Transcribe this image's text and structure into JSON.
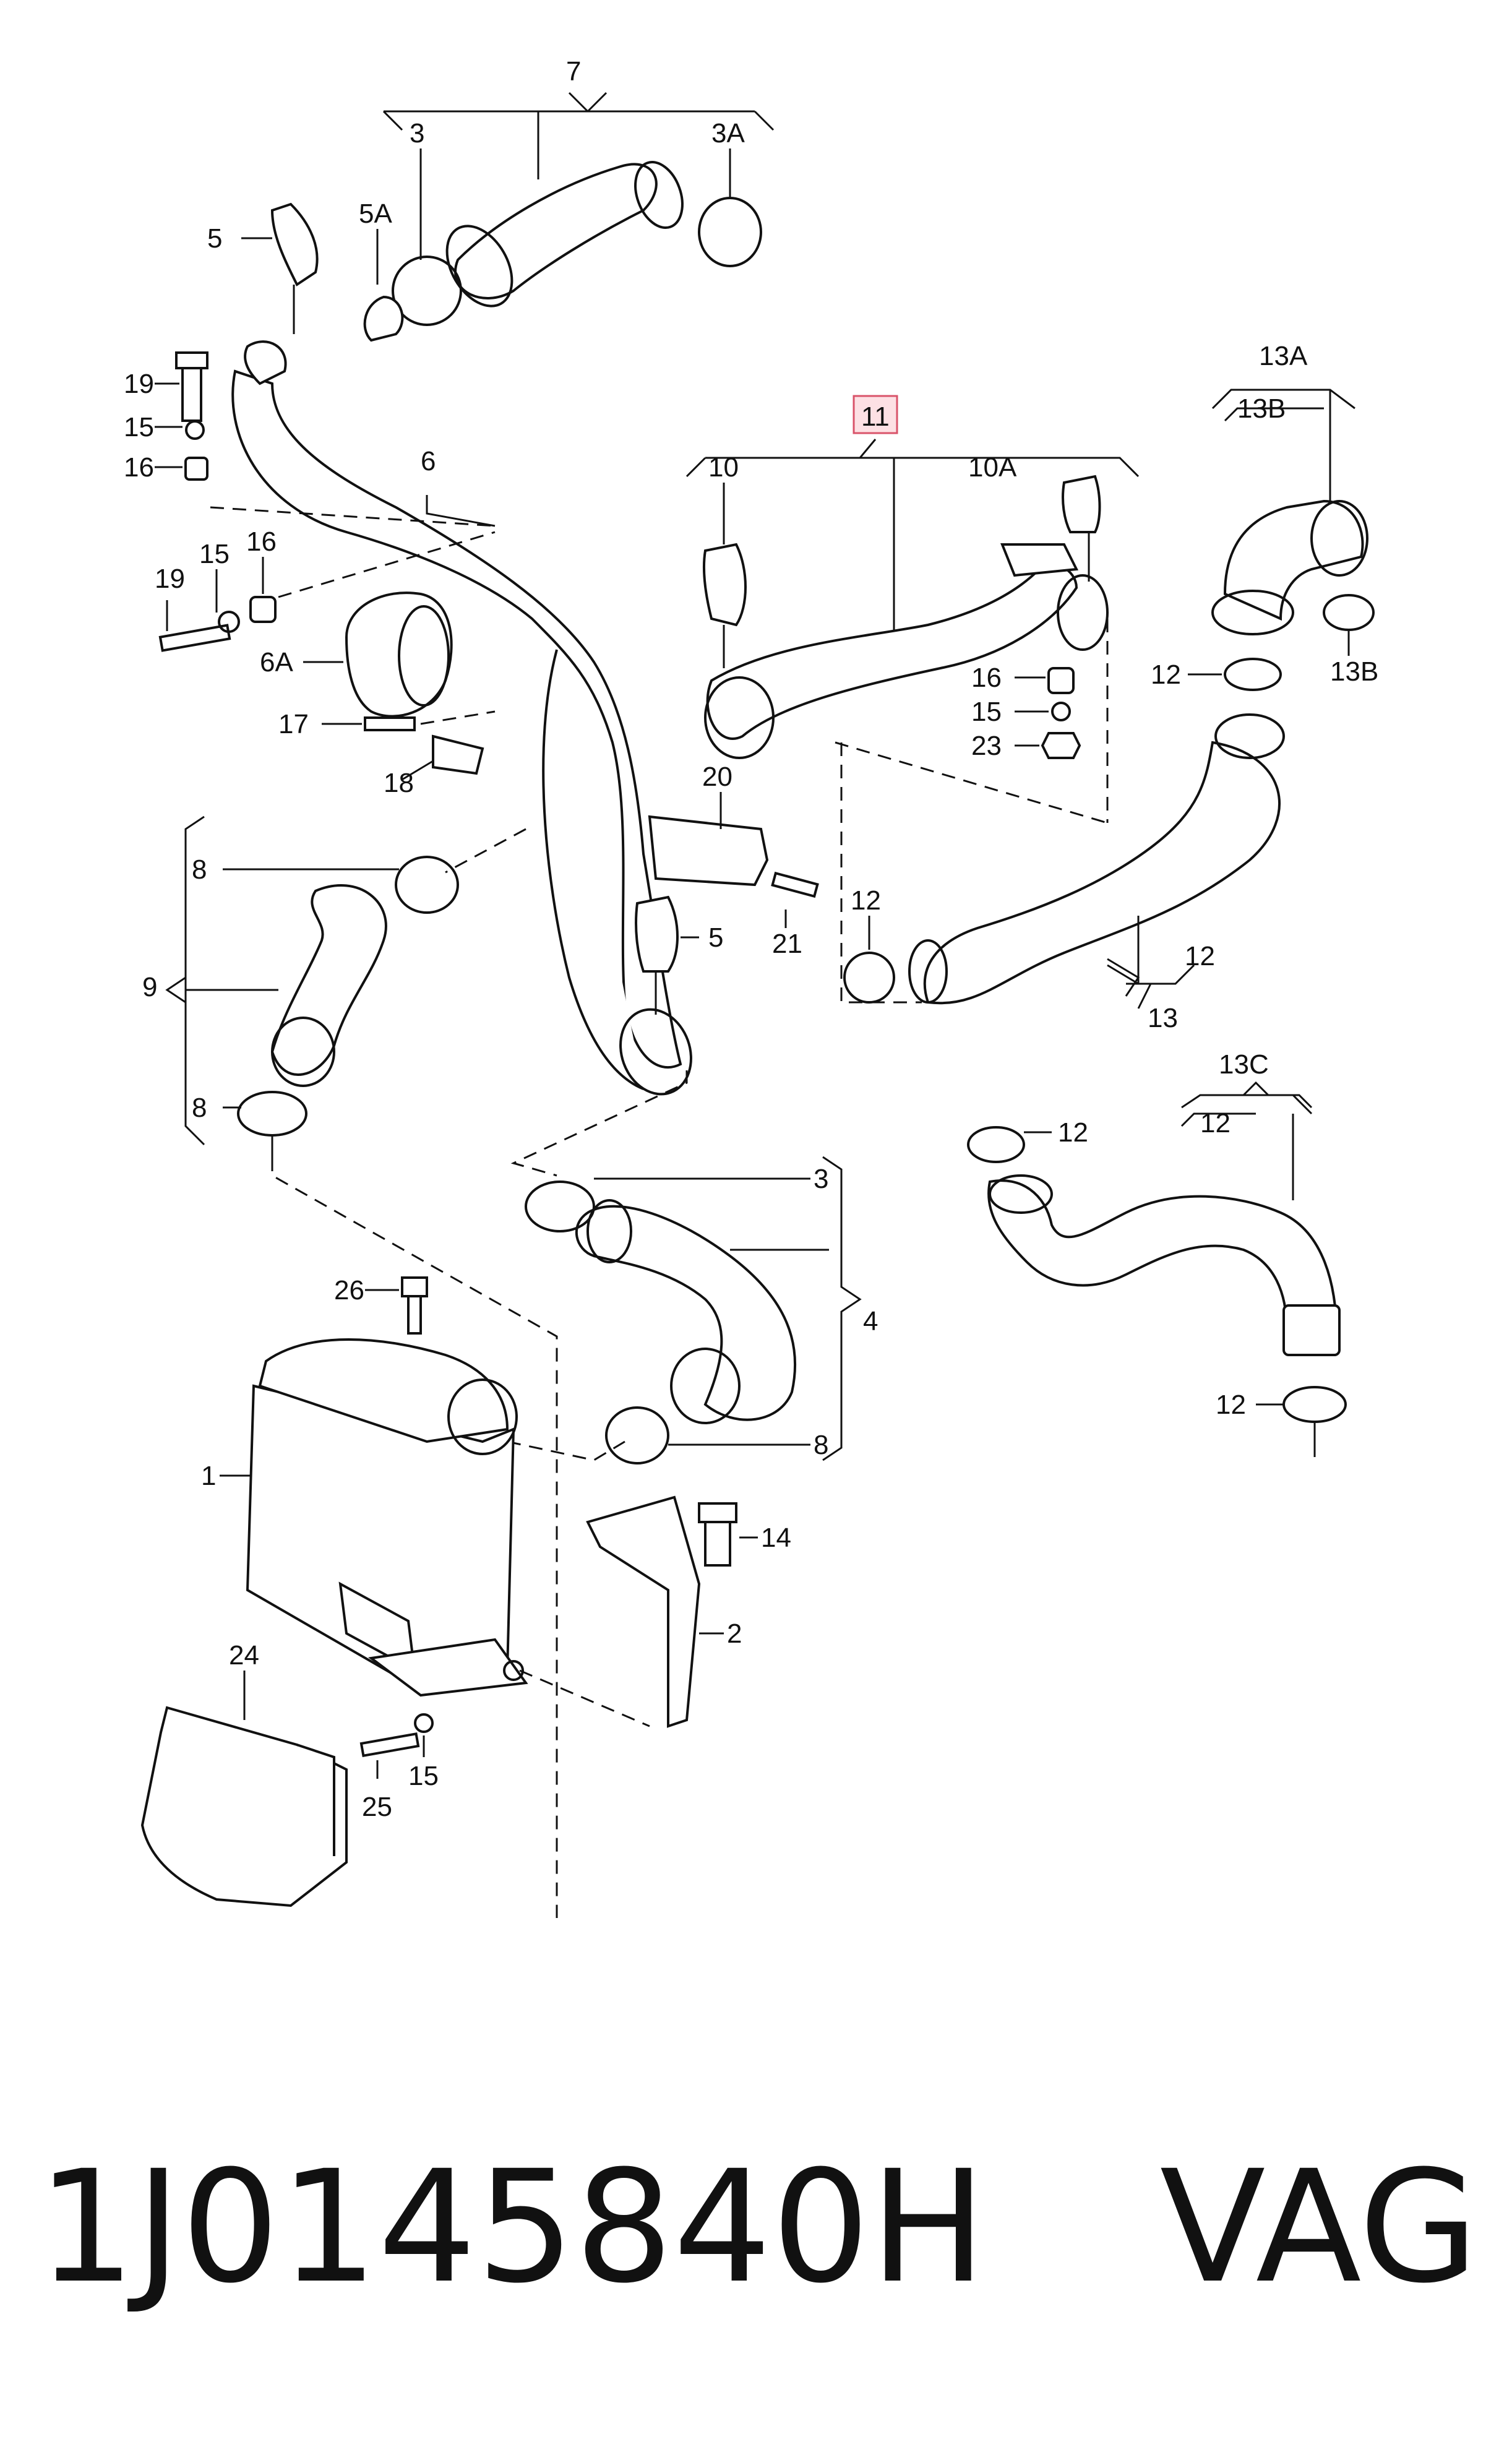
{
  "labels": {
    "l7": "7",
    "l3": "3",
    "l3a": "3A",
    "l5": "5",
    "l5a": "5A",
    "l19": "19",
    "l15": "15",
    "l16": "16",
    "l6": "6",
    "l6a": "6A",
    "l17": "17",
    "l18": "18",
    "l11": "11",
    "l10": "10",
    "l10a": "10A",
    "l13a": "13A",
    "l13b": "13B",
    "l13b2": "13B",
    "l12": "12",
    "l23": "23",
    "l20": "20",
    "l21": "21",
    "l8": "8",
    "l9": "9",
    "l4": "4",
    "l13": "13",
    "l13c": "13C",
    "l26": "26",
    "l1": "1",
    "l14": "14",
    "l2": "2",
    "l24": "24",
    "l25": "25"
  },
  "highlight_color": "#d9536a",
  "footer": {
    "part_number": "1J0145840H",
    "brand": "VAG"
  }
}
